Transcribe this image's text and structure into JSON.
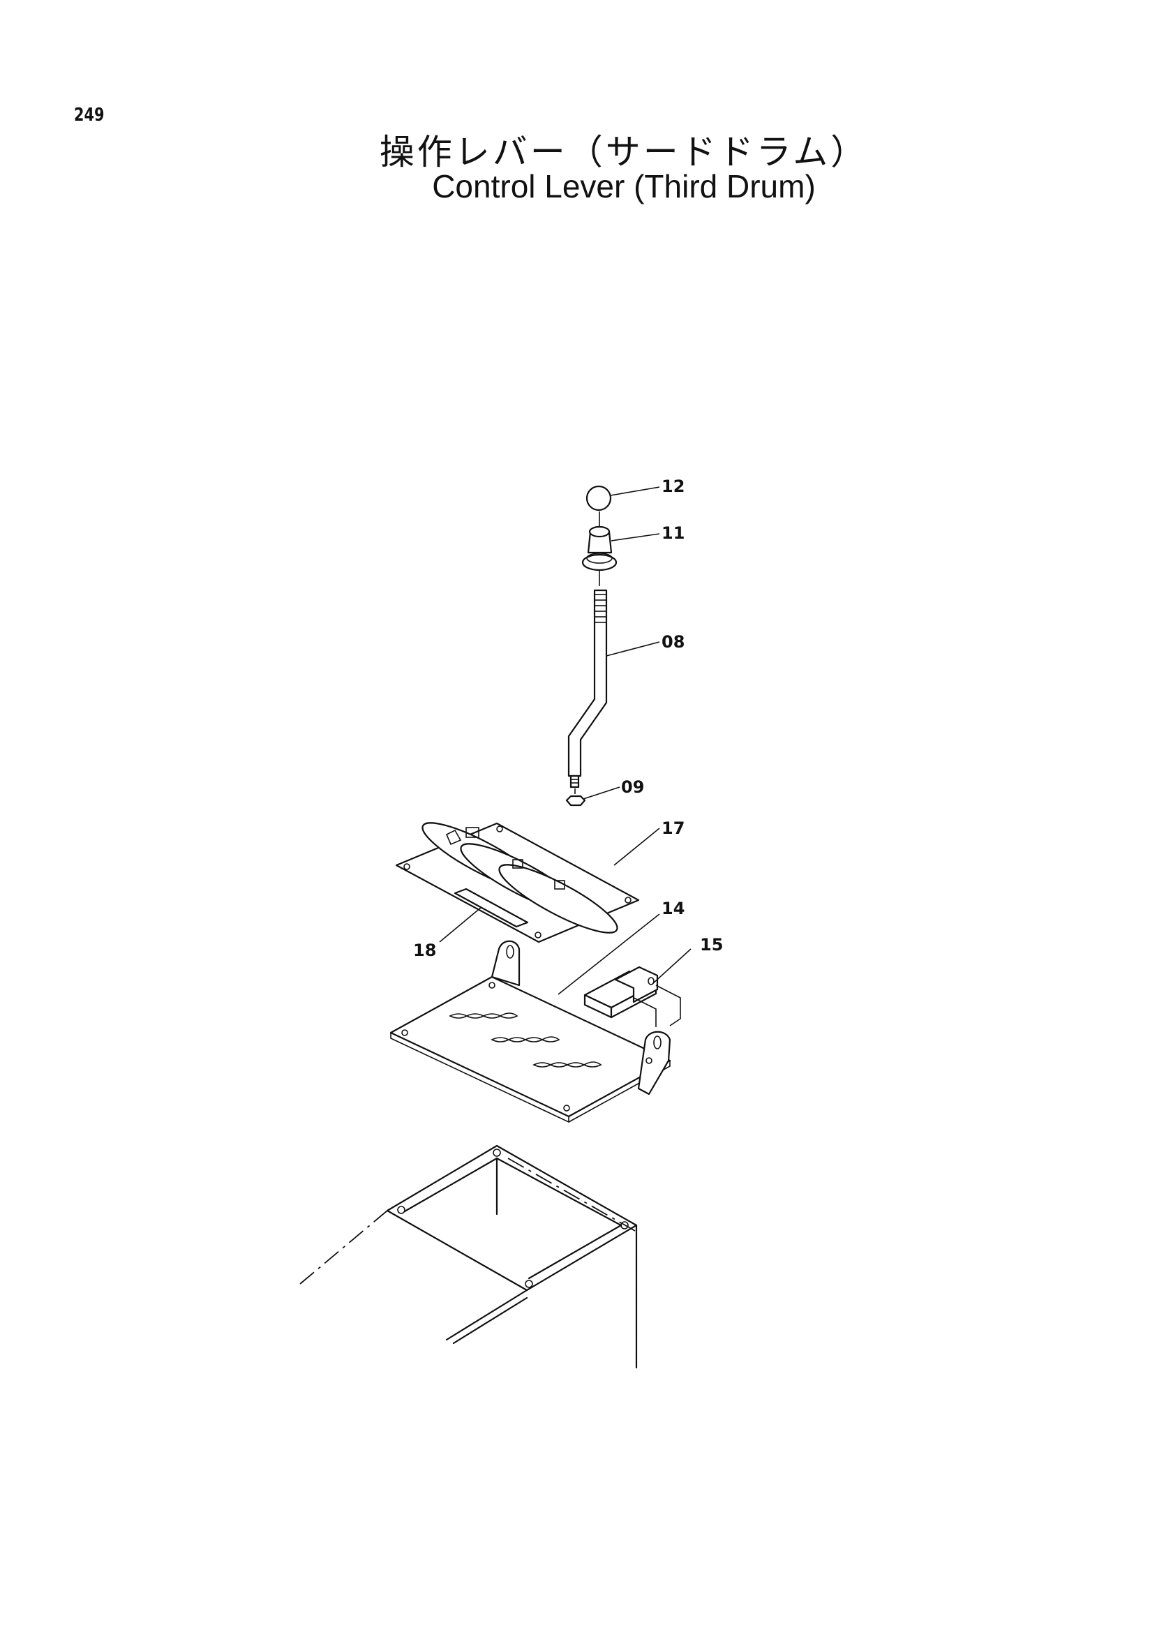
{
  "page": {
    "number": "249",
    "title_ja": "操作レバー（サードドラム）",
    "title_en": "Control Lever (Third Drum)"
  },
  "diagram": {
    "callouts": [
      {
        "id": "c12",
        "label": "12"
      },
      {
        "id": "c11",
        "label": "11"
      },
      {
        "id": "c08",
        "label": "08"
      },
      {
        "id": "c09",
        "label": "09"
      },
      {
        "id": "c17",
        "label": "17"
      },
      {
        "id": "c14",
        "label": "14"
      },
      {
        "id": "c15",
        "label": "15"
      },
      {
        "id": "c18",
        "label": "18"
      }
    ]
  }
}
